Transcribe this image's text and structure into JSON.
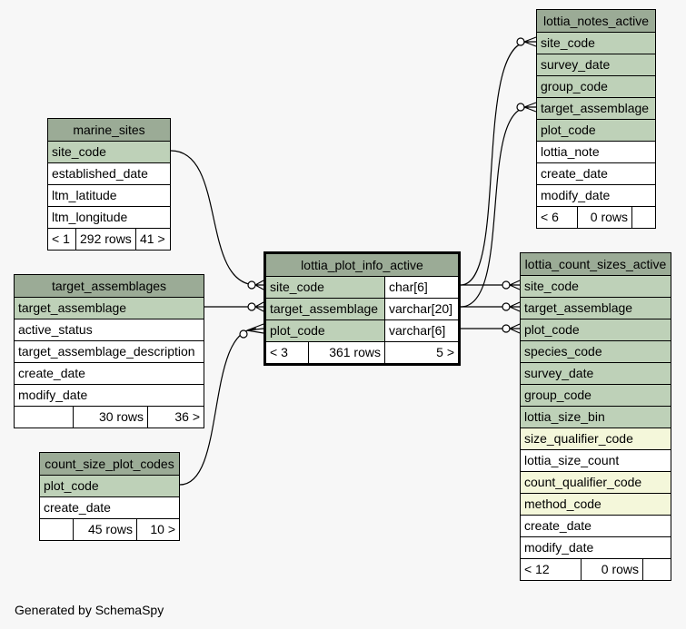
{
  "tables": {
    "marine_sites": {
      "name": "marine_sites",
      "columns": [
        {
          "name": "site_code",
          "key": "pk"
        },
        {
          "name": "established_date",
          "key": ""
        },
        {
          "name": "ltm_latitude",
          "key": ""
        },
        {
          "name": "ltm_longitude",
          "key": ""
        }
      ],
      "footer": {
        "parents": "< 1",
        "rows": "292 rows",
        "children": "41 >"
      }
    },
    "target_assemblages": {
      "name": "target_assemblages",
      "columns": [
        {
          "name": "target_assemblage",
          "key": "pk"
        },
        {
          "name": "active_status",
          "key": ""
        },
        {
          "name": "target_assemblage_description",
          "key": ""
        },
        {
          "name": "create_date",
          "key": ""
        },
        {
          "name": "modify_date",
          "key": ""
        }
      ],
      "footer": {
        "parents": "",
        "rows": "30 rows",
        "children": "36 >"
      }
    },
    "count_size_plot_codes": {
      "name": "count_size_plot_codes",
      "columns": [
        {
          "name": "plot_code",
          "key": "pk"
        },
        {
          "name": "create_date",
          "key": ""
        }
      ],
      "footer": {
        "parents": "",
        "rows": "45 rows",
        "children": "10 >"
      }
    },
    "lottia_plot_info_active": {
      "name": "lottia_plot_info_active",
      "columns": [
        {
          "name": "site_code",
          "type": "char[6]",
          "key": "pk"
        },
        {
          "name": "target_assemblage",
          "type": "varchar[20]",
          "key": "pk"
        },
        {
          "name": "plot_code",
          "type": "varchar[6]",
          "key": "pk"
        }
      ],
      "footer": {
        "parents": "< 3",
        "rows": "361 rows",
        "children": "5 >"
      }
    },
    "lottia_notes_active": {
      "name": "lottia_notes_active",
      "columns": [
        {
          "name": "site_code",
          "key": "pk"
        },
        {
          "name": "survey_date",
          "key": "pk"
        },
        {
          "name": "group_code",
          "key": "pk"
        },
        {
          "name": "target_assemblage",
          "key": "pk"
        },
        {
          "name": "plot_code",
          "key": "pk"
        },
        {
          "name": "lottia_note",
          "key": ""
        },
        {
          "name": "create_date",
          "key": ""
        },
        {
          "name": "modify_date",
          "key": ""
        }
      ],
      "footer": {
        "parents": "< 6",
        "rows": "0 rows",
        "children": ""
      }
    },
    "lottia_count_sizes_active": {
      "name": "lottia_count_sizes_active",
      "columns": [
        {
          "name": "site_code",
          "key": "pk"
        },
        {
          "name": "target_assemblage",
          "key": "pk"
        },
        {
          "name": "plot_code",
          "key": "pk"
        },
        {
          "name": "species_code",
          "key": "pk"
        },
        {
          "name": "survey_date",
          "key": "pk"
        },
        {
          "name": "group_code",
          "key": "pk"
        },
        {
          "name": "lottia_size_bin",
          "key": "pk"
        },
        {
          "name": "size_qualifier_code",
          "key": "idx"
        },
        {
          "name": "lottia_size_count",
          "key": ""
        },
        {
          "name": "count_qualifier_code",
          "key": "idx"
        },
        {
          "name": "method_code",
          "key": "idx"
        },
        {
          "name": "create_date",
          "key": ""
        },
        {
          "name": "modify_date",
          "key": ""
        }
      ],
      "footer": {
        "parents": "< 12",
        "rows": "0 rows",
        "children": ""
      }
    }
  },
  "colors": {
    "header": "#9bab96",
    "primary_key": "#bed1b8",
    "indexed": "#f4f7da",
    "background": "#f7f7f7"
  },
  "generated_by": "Generated by SchemaSpy"
}
